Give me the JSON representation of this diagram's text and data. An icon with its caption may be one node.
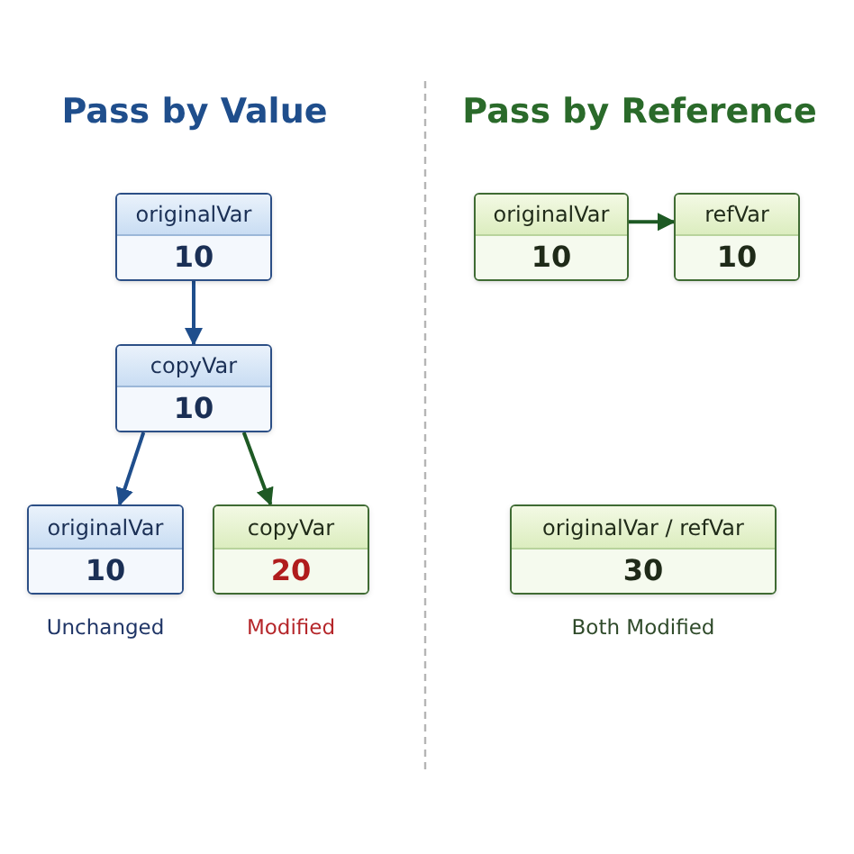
{
  "diagram": {
    "nodes": [
      {
        "text": [
          "originalVar",
          "10"
        ]
      },
      {
        "text": [
          "copyVar",
          "10"
        ]
      },
      {
        "text": [
          "originalVar",
          "10"
        ],
        "beside": [
          "Unchanged"
        ]
      },
      {
        "text": [
          "copyVar",
          "20"
        ],
        "beside": [
          "Modified"
        ]
      },
      {
        "text": [
          "originalVar",
          "10"
        ]
      },
      {
        "text": [
          "refVar",
          "10"
        ]
      },
      {
        "text": [
          "originalVar / refVar",
          "30"
        ],
        "beside": [
          "Both Modified"
        ]
      }
    ],
    "edges": [
      {
        "from": 0,
        "to": 1,
        "arrow": "to",
        "color": "#1f4e8c"
      },
      {
        "from": 1,
        "to": 2,
        "arrow": "to",
        "color": "#1f4e8c"
      },
      {
        "from": 1,
        "to": 3,
        "arrow": "to",
        "color": "#1e5a24"
      },
      {
        "from": 4,
        "to": 5,
        "arrow": "to",
        "color": "#1e5a24"
      }
    ],
    "labels": [
      "Pass by Value",
      "Pass by Reference"
    ]
  }
}
